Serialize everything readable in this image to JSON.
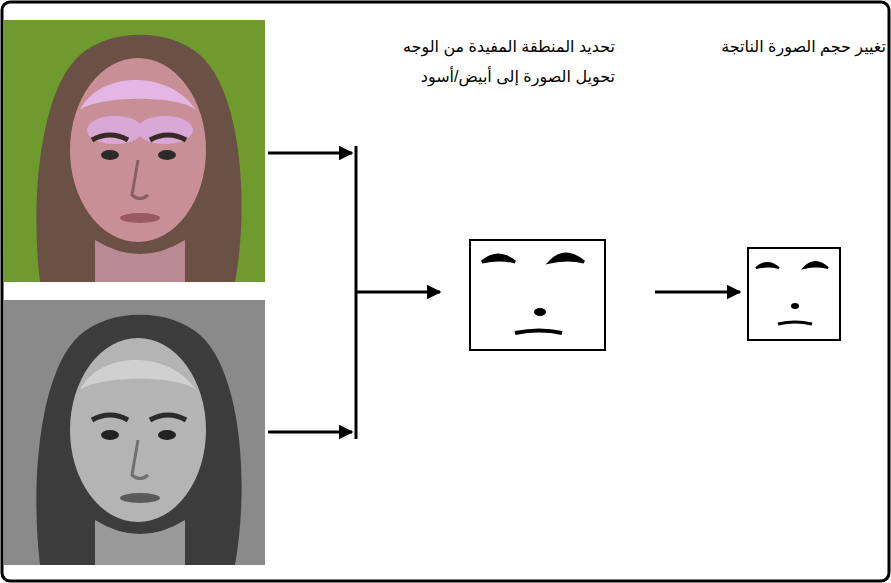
{
  "diagram": {
    "labels": [
      "تحديد المنطقة المفيدة من الوجه",
      "تحويل الصورة إلى أبيض/أسود",
      "تغيير حجم الصورة الناتجة"
    ]
  }
}
